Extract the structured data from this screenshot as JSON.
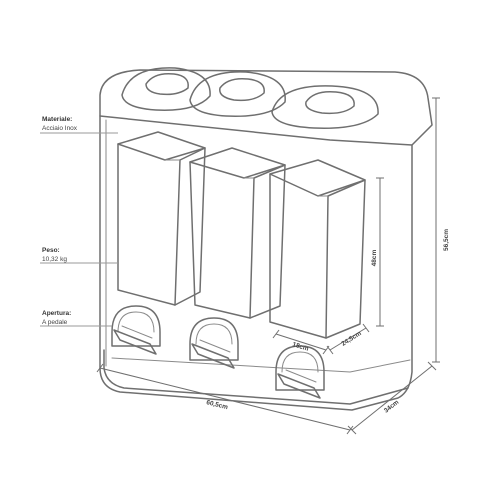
{
  "callouts": {
    "material": {
      "title": "Materiale:",
      "value": "Acciaio Inox"
    },
    "weight": {
      "title": "Peso:",
      "value": "10,32 kg"
    },
    "opening": {
      "title": "Apertura:",
      "value": "A pedale"
    }
  },
  "dimensions": {
    "total_width": "60,5cm",
    "total_depth": "34cm",
    "total_height": "56,5cm",
    "bin_height": "48cm",
    "bin_width": "18cm",
    "bin_depth": "24,5cm"
  },
  "colors": {
    "line": "#6f6f6f",
    "text": "#333333",
    "background": "#ffffff"
  }
}
